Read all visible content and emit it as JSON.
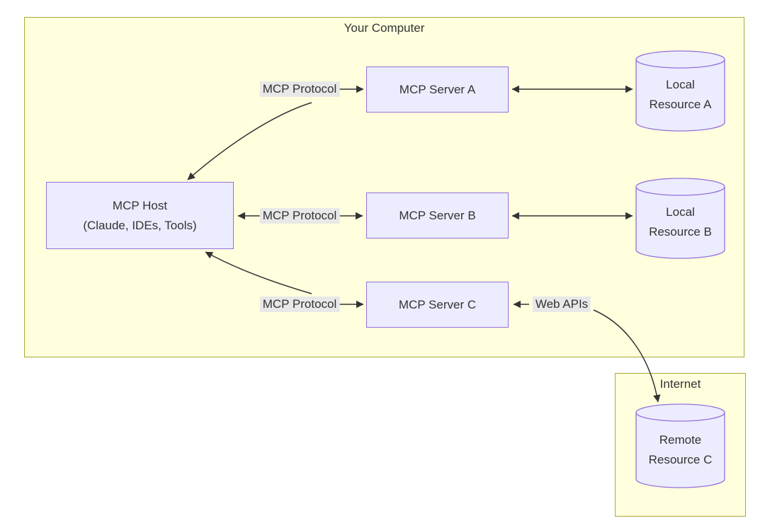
{
  "clusters": {
    "your_computer": {
      "title": "Your Computer"
    },
    "internet": {
      "title": "Internet"
    }
  },
  "nodes": {
    "host": {
      "label": "MCP Host\n(Claude, IDEs, Tools)"
    },
    "server_a": {
      "label": "MCP Server A"
    },
    "server_b": {
      "label": "MCP Server B"
    },
    "server_c": {
      "label": "MCP Server C"
    },
    "resource_a": {
      "label": "Local\nResource A"
    },
    "resource_b": {
      "label": "Local\nResource B"
    },
    "resource_c": {
      "label": "Remote\nResource C"
    }
  },
  "edges": {
    "host_server_a": {
      "label": "MCP Protocol"
    },
    "host_server_b": {
      "label": "MCP Protocol"
    },
    "host_server_c": {
      "label": "MCP Protocol"
    },
    "server_c_web": {
      "label": "Web APIs"
    }
  },
  "colors": {
    "cluster_fill": "#ffffde",
    "cluster_border": "#aaaa33",
    "node_fill": "#ECECFF",
    "node_border": "#9370DB",
    "edge_label_bg": "#e8e8e8",
    "edge_stroke": "#333333",
    "text": "#333333"
  }
}
